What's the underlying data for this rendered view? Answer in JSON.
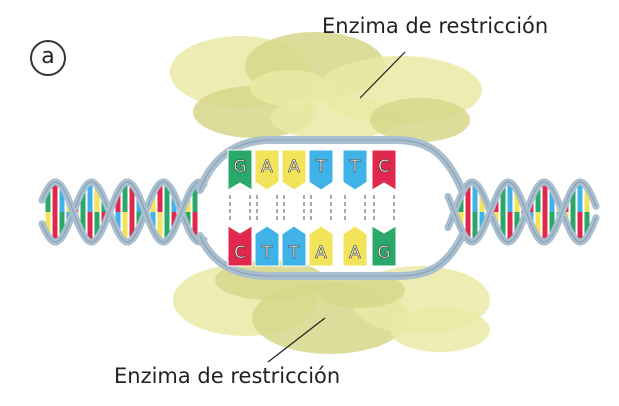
{
  "panel_label": "a",
  "labels": {
    "top_enzyme": "Enzima de restricción",
    "bottom_enzyme": "Enzima de restricción"
  },
  "recognition_site": {
    "top_strand": [
      "G",
      "A",
      "A",
      "T",
      "T",
      "C"
    ],
    "bottom_strand": [
      "C",
      "T",
      "T",
      "A",
      "A",
      "G"
    ]
  },
  "colors": {
    "background": "#ffffff",
    "enzyme": "#eaeaa6",
    "enzyme_shade": "#d6d78a",
    "backbone": "#a9bfcf",
    "G": "#2aa86a",
    "A": "#f2e35a",
    "T": "#3fb3e8",
    "C": "#e0284d"
  }
}
